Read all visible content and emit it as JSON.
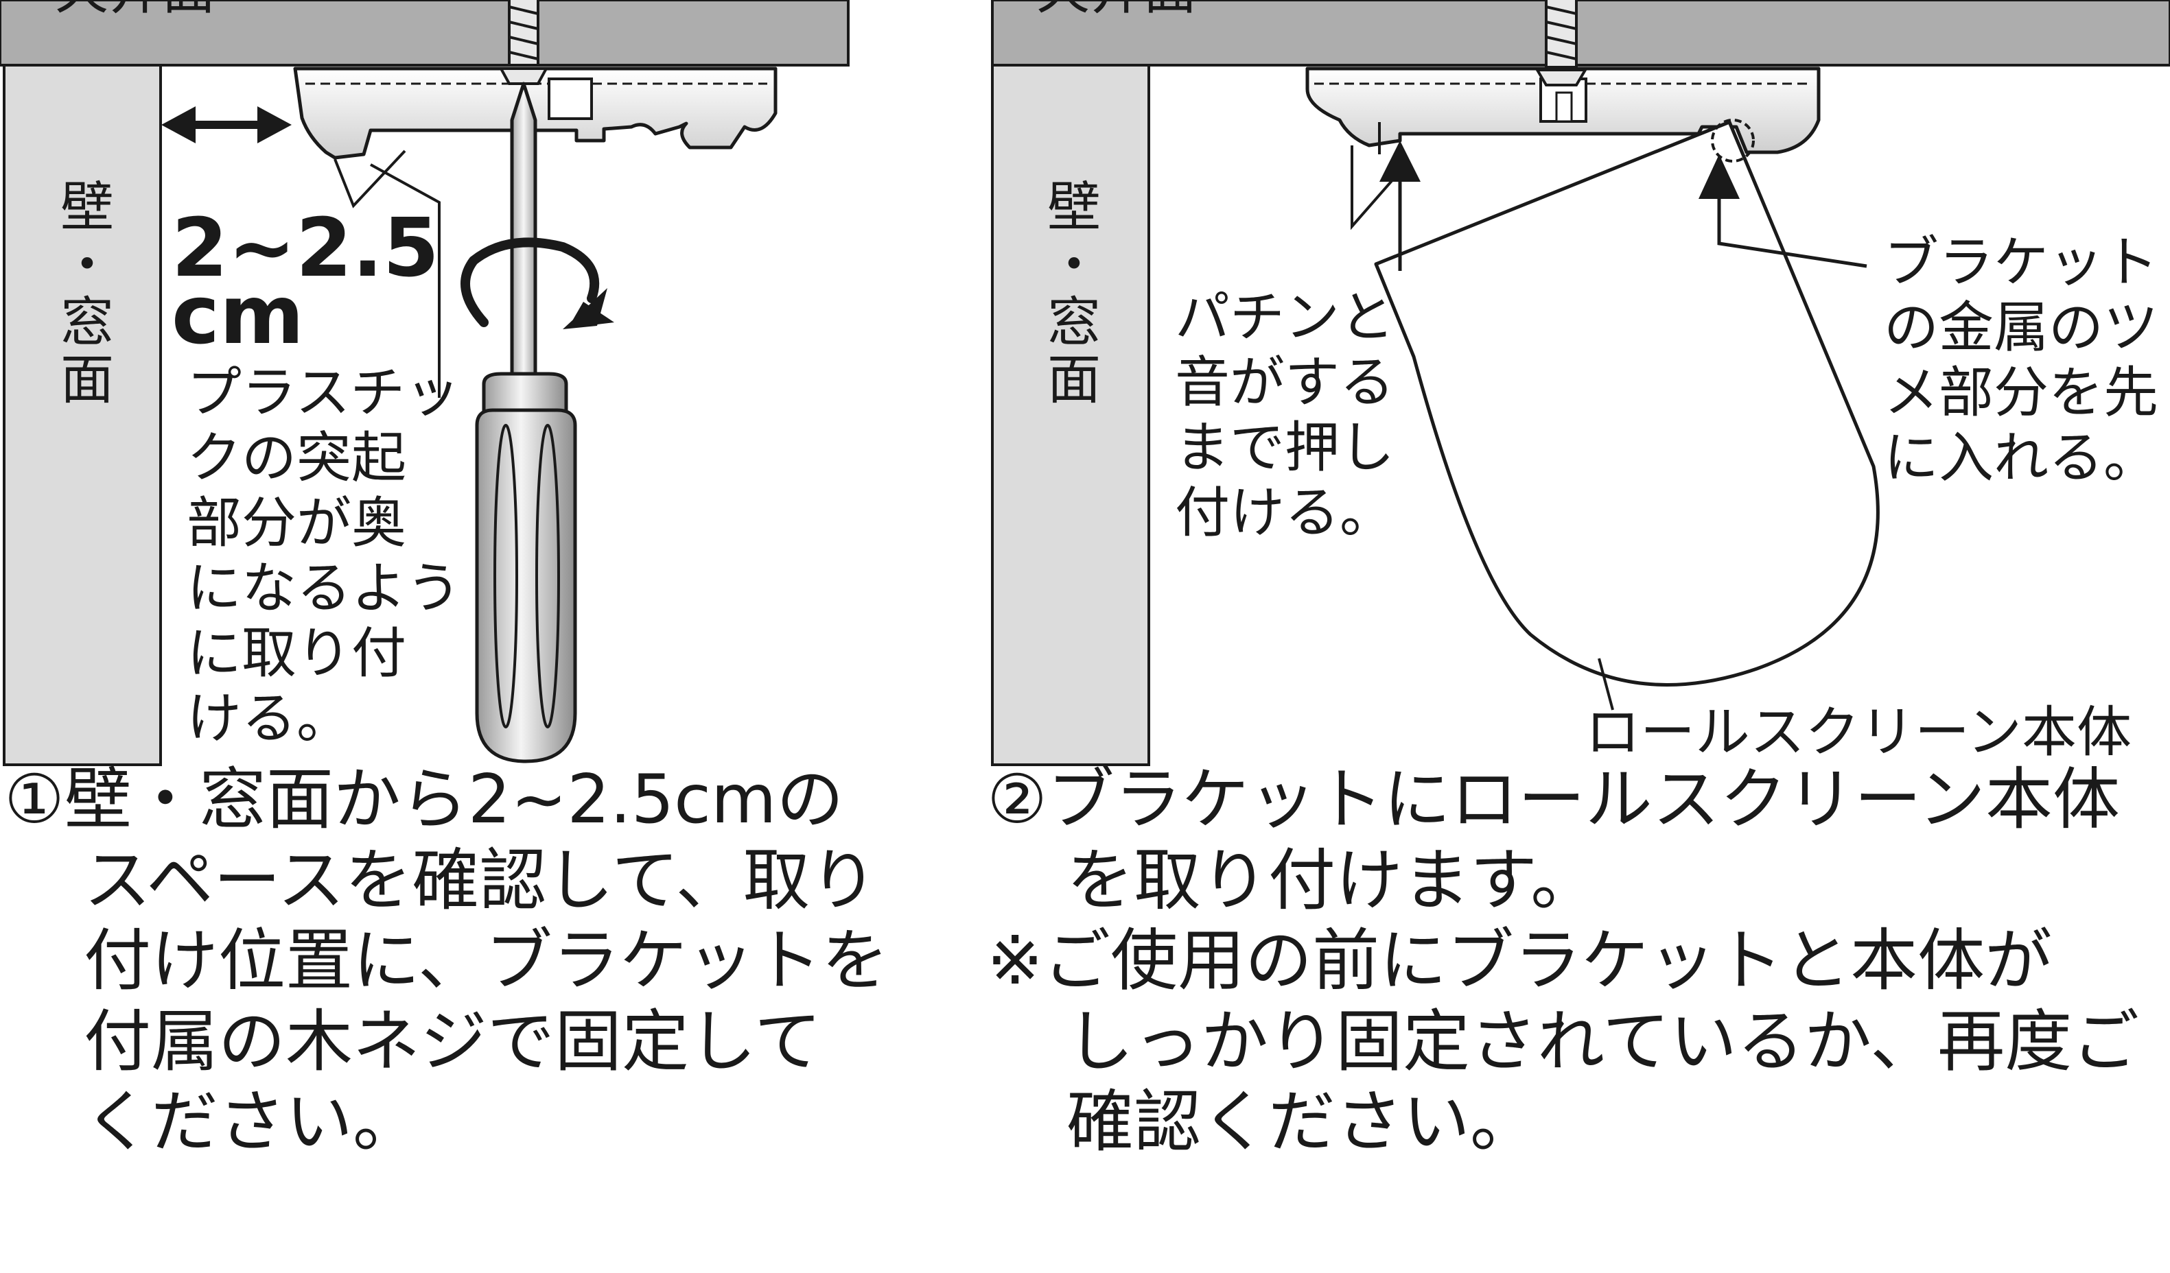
{
  "panel1": {
    "ceiling_label": "天井面",
    "wall_label": "壁・窓面",
    "gap_label_line1": "2~2.5",
    "gap_label_line2": "cm",
    "note_lines": [
      "プラスチッ",
      "クの突起",
      "部分が奥",
      "になるよう",
      "に取り付",
      "ける。"
    ],
    "caption_lines": [
      "①壁・窓面から2~2.5cmの",
      "スペースを確認して、取り",
      "付け位置に、ブラケットを",
      "付属の木ネジで固定して",
      "ください。"
    ]
  },
  "panel2": {
    "ceiling_label": "天井面",
    "wall_label": "壁・窓面",
    "left_note_lines": [
      "パチンと",
      "音がする",
      "まで押し",
      "付ける。"
    ],
    "right_note_lines": [
      "ブラケット",
      "の金属のツ",
      "メ部分を先",
      "に入れる。"
    ],
    "body_label": "ロールスクリーン本体",
    "caption_lines": [
      "②ブラケットにロールスクリーン本体",
      "を取り付けます。",
      "※ご使用の前にブラケットと本体が",
      "しっかり固定されているか、再度ご",
      "確認ください。"
    ]
  },
  "colors": {
    "ceiling": "#adadad",
    "wall": "#dcdcdc",
    "line": "#1a1a1a",
    "bracket": "#efefef"
  },
  "icons": [
    "screw-icon",
    "screwdriver-icon",
    "rotation-arrow-icon",
    "double-arrow-icon",
    "bracket-icon",
    "roll-screen-icon"
  ]
}
